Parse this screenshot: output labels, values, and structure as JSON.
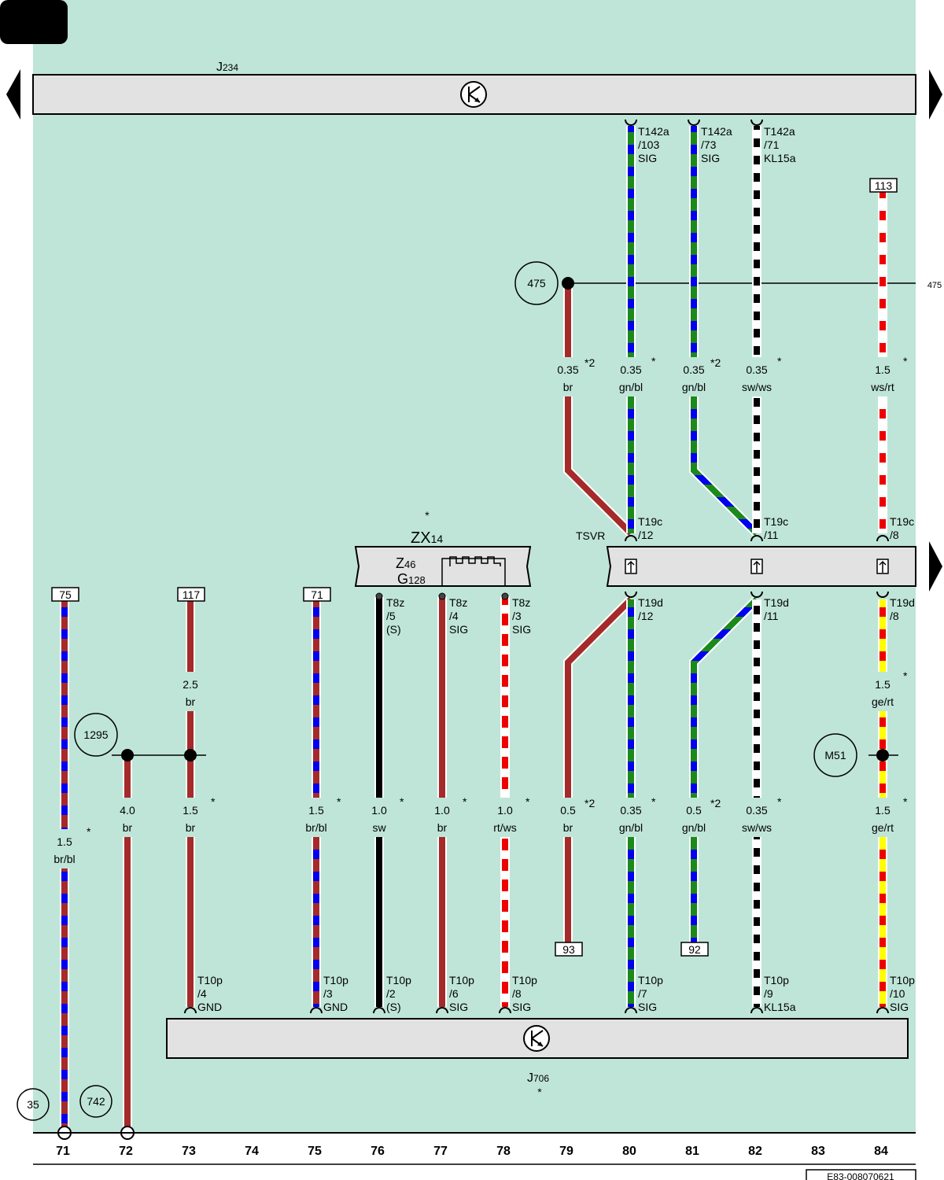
{
  "page": {
    "tab_label": "",
    "doc_id": "E83-008070621"
  },
  "nav": {
    "left_arrow_icon": "triangle-left-icon",
    "right_arrow_icon": "triangle-right-icon"
  },
  "colors": {
    "background": "#bfe5d8",
    "bar": "#e2e2e2",
    "br": "#a52a2a",
    "bl": "#0000ee",
    "gn": "#1a8a1a",
    "sw": "#000000",
    "ws": "#ffffff",
    "rt": "#ee0000",
    "ge": "#ffff00"
  },
  "components": {
    "j234": {
      "name": "J",
      "sub": "234"
    },
    "j706": {
      "name": "J",
      "sub": "706",
      "star": "*"
    },
    "zx14": {
      "name": "ZX",
      "sub": "14",
      "star": "*"
    },
    "z46": {
      "name": "Z",
      "sub": "46"
    },
    "g128": {
      "name": "G",
      "sub": "128"
    },
    "tsvr": {
      "name": "TSVR"
    }
  },
  "refs": {
    "r475": "475",
    "r475_edge": "475",
    "r1295": "1295",
    "rM51": "M51",
    "r35": "35",
    "r742": "742",
    "b75": "75",
    "b117": "117",
    "b71": "71",
    "b113": "113",
    "b93": "93",
    "b92": "92"
  },
  "wires": {
    "w71": {
      "size": "1.5",
      "color": "br/bl",
      "star": "*"
    },
    "w72": {
      "size": "4.0",
      "color": "br"
    },
    "w73a": {
      "size": "2.5",
      "color": "br"
    },
    "w73b": {
      "size": "1.5",
      "color": "br",
      "star": "*"
    },
    "w75": {
      "size": "1.5",
      "color": "br/bl",
      "star": "*"
    },
    "w76": {
      "size": "1.0",
      "color": "sw",
      "star": "*"
    },
    "w77": {
      "size": "1.0",
      "color": "br",
      "star": "*"
    },
    "w78": {
      "size": "1.0",
      "color": "rt/ws",
      "star": "*"
    },
    "w79a": {
      "size": "0.35",
      "color": "br",
      "star": "*2"
    },
    "w79b": {
      "size": "0.5",
      "color": "br",
      "star": "*2"
    },
    "w80a": {
      "size": "0.35",
      "color": "gn/bl",
      "star": "*"
    },
    "w80b": {
      "size": "0.35",
      "color": "gn/bl",
      "star": "*"
    },
    "w81a": {
      "size": "0.35",
      "color": "gn/bl",
      "star": "*2"
    },
    "w81b": {
      "size": "0.5",
      "color": "gn/bl",
      "star": "*2"
    },
    "w82a": {
      "size": "0.35",
      "color": "sw/ws",
      "star": "*"
    },
    "w82b": {
      "size": "0.35",
      "color": "sw/ws",
      "star": "*"
    },
    "w84a": {
      "size": "1.5",
      "color": "ws/rt",
      "star": "*"
    },
    "w84b": {
      "size": "1.5",
      "color": "ge/rt",
      "star": "*"
    },
    "w84c": {
      "size": "1.5",
      "color": "ge/rt",
      "star": "*"
    }
  },
  "pins": {
    "t142a_103": [
      "T142a",
      "/103",
      "SIG"
    ],
    "t142a_73": [
      "T142a",
      "/73",
      "SIG"
    ],
    "t142a_71": [
      "T142a",
      "/71",
      "KL15a"
    ],
    "t19c_12": [
      "T19c",
      "/12"
    ],
    "t19c_11": [
      "T19c",
      "/11"
    ],
    "t19c_8": [
      "T19c",
      "/8"
    ],
    "t19d_12": [
      "T19d",
      "/12"
    ],
    "t19d_11": [
      "T19d",
      "/11"
    ],
    "t19d_8": [
      "T19d",
      "/8"
    ],
    "t8z_5": [
      "T8z",
      "/5",
      "(S)"
    ],
    "t8z_4": [
      "T8z",
      "/4",
      "SIG"
    ],
    "t8z_3": [
      "T8z",
      "/3",
      "SIG"
    ],
    "t10p_4": [
      "T10p",
      "/4",
      "GND"
    ],
    "t10p_3": [
      "T10p",
      "/3",
      "GND"
    ],
    "t10p_2": [
      "T10p",
      "/2",
      "(S)"
    ],
    "t10p_6": [
      "T10p",
      "/6",
      "SIG"
    ],
    "t10p_8": [
      "T10p",
      "/8",
      "SIG"
    ],
    "t10p_7": [
      "T10p",
      "/7",
      "SIG"
    ],
    "t10p_9": [
      "T10p",
      "/9",
      "KL15a"
    ],
    "t10p_10": [
      "T10p",
      "/10",
      "SIG"
    ]
  },
  "columns": [
    "71",
    "72",
    "73",
    "74",
    "75",
    "76",
    "77",
    "78",
    "79",
    "80",
    "81",
    "82",
    "83",
    "84"
  ]
}
